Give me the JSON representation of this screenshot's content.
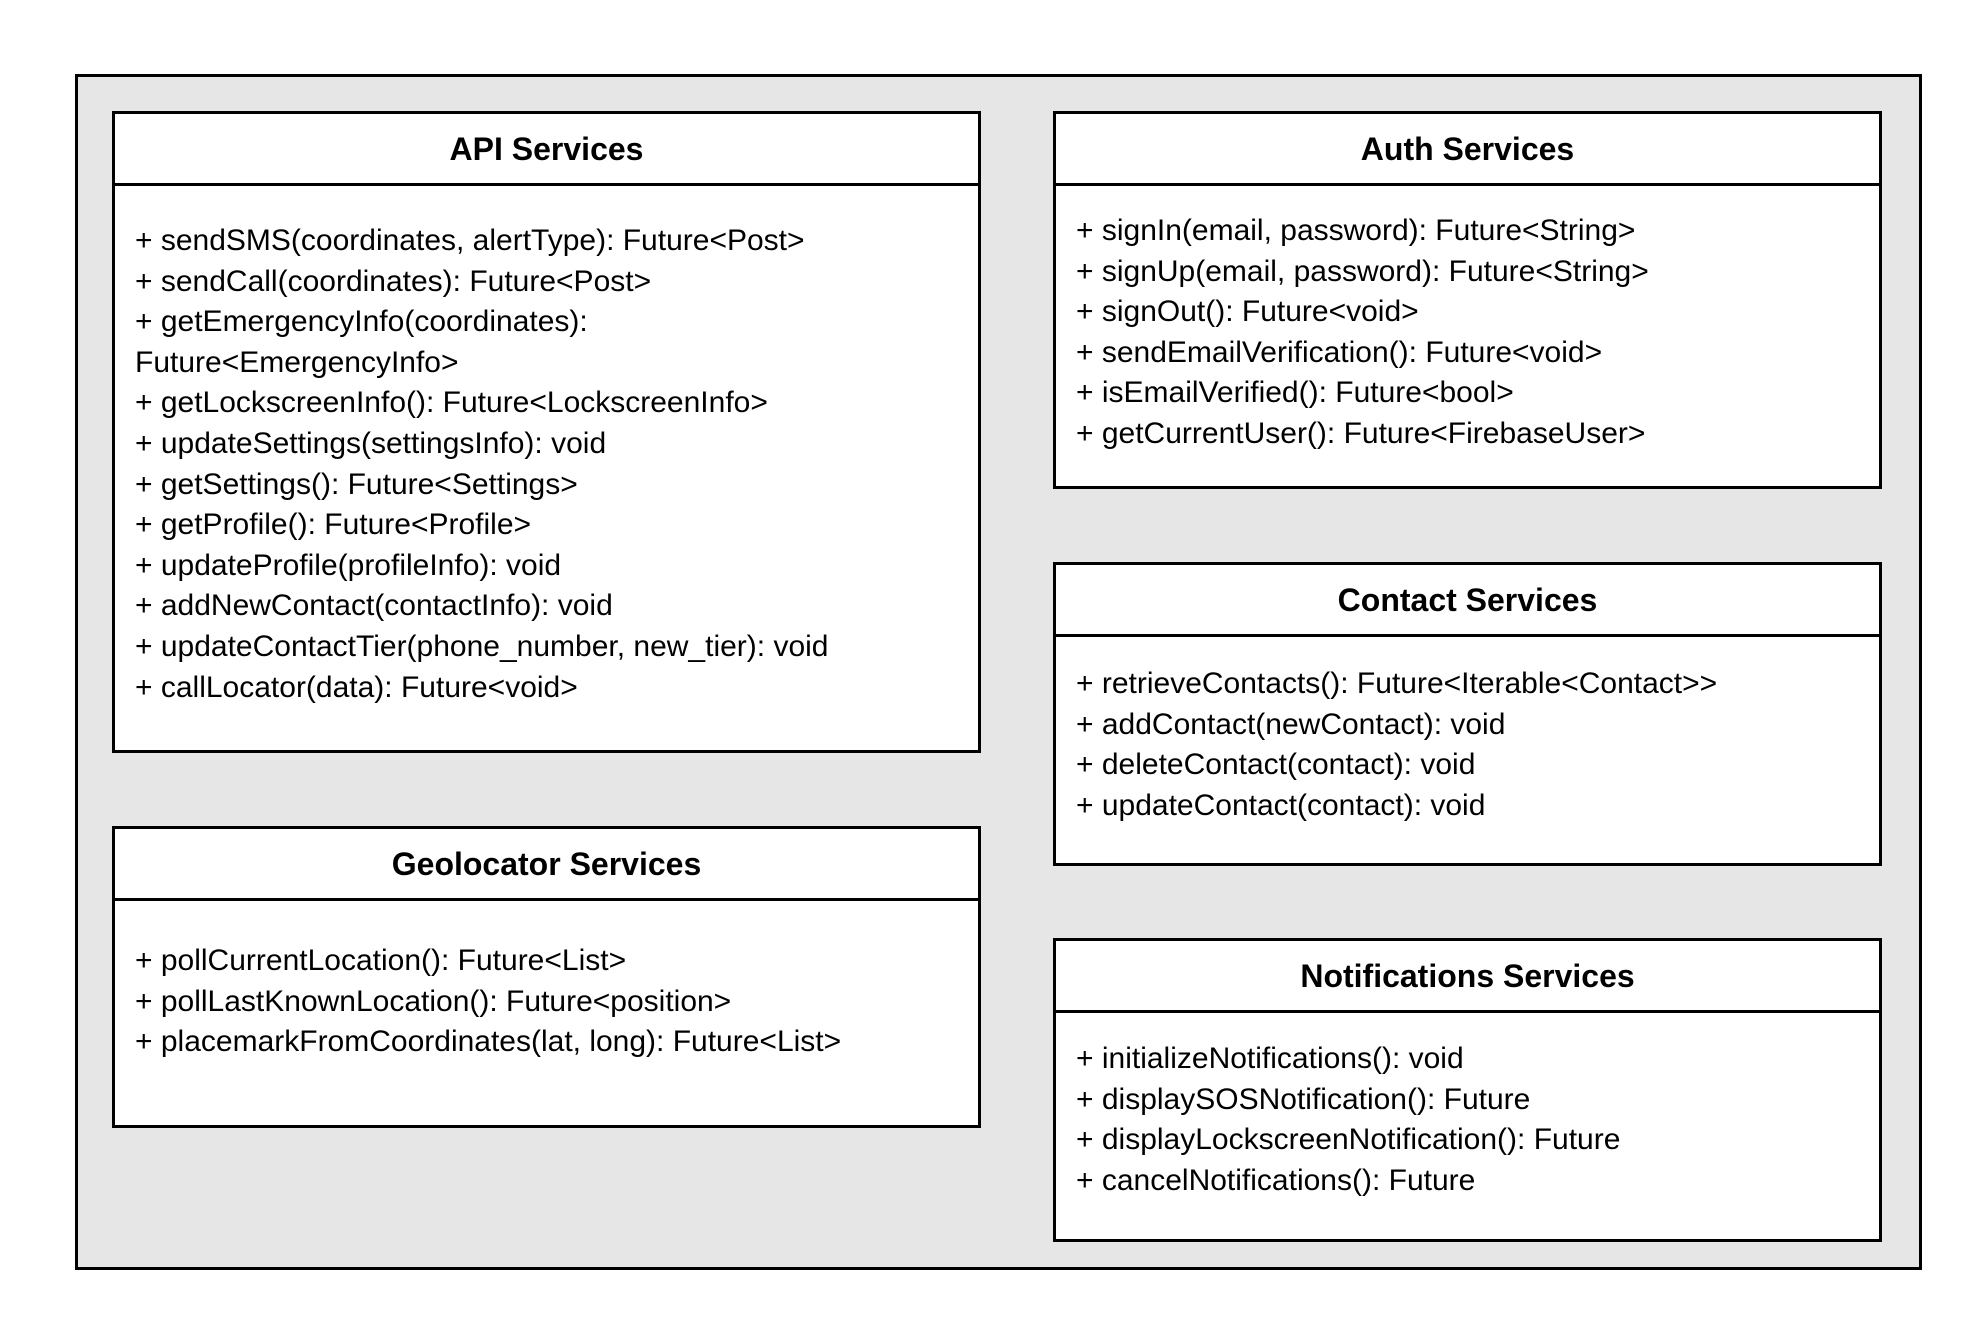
{
  "diagram": {
    "background_color": "#e6e6e6",
    "border_color": "#000000",
    "class_fill": "#ffffff"
  },
  "classes": {
    "api": {
      "name": "API Services",
      "methods": [
        "+ sendSMS(coordinates, alertType): Future<Post>",
        "+ sendCall(coordinates): Future<Post>",
        "+ getEmergencyInfo(coordinates):",
        "Future<EmergencyInfo>",
        "+ getLockscreenInfo(): Future<LockscreenInfo>",
        "+ updateSettings(settingsInfo): void",
        "+ getSettings(): Future<Settings>",
        "+ getProfile(): Future<Profile>",
        "+ updateProfile(profileInfo): void",
        "+ addNewContact(contactInfo): void",
        "+ updateContactTier(phone_number, new_tier): void",
        "+ callLocator(data): Future<void>"
      ]
    },
    "geolocator": {
      "name": "Geolocator Services",
      "methods": [
        "+ pollCurrentLocation(): Future<List>",
        "+ pollLastKnownLocation(): Future<position>",
        "+ placemarkFromCoordinates(lat, long): Future<List>"
      ]
    },
    "auth": {
      "name": "Auth Services",
      "methods": [
        "+ signIn(email, password): Future<String>",
        "+ signUp(email, password): Future<String>",
        "+ signOut(): Future<void>",
        "+ sendEmailVerification(): Future<void>",
        "+ isEmailVerified(): Future<bool>",
        "+ getCurrentUser(): Future<FirebaseUser>"
      ]
    },
    "contact": {
      "name": "Contact Services",
      "methods": [
        "+ retrieveContacts(): Future<Iterable<Contact>>",
        "+ addContact(newContact): void",
        "+ deleteContact(contact): void",
        "+ updateContact(contact): void"
      ]
    },
    "notifications": {
      "name": "Notifications Services",
      "methods": [
        "+ initializeNotifications(): void",
        "+ displaySOSNotification(): Future",
        "+ displayLockscreenNotification(): Future",
        "+ cancelNotifications(): Future"
      ]
    }
  }
}
